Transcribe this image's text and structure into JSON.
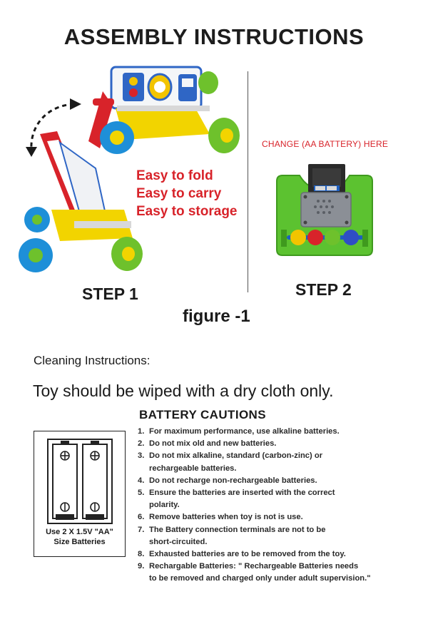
{
  "title": "ASSEMBLY INSTRUCTIONS",
  "slogans": [
    "Easy to fold",
    "Easy to carry",
    "Easy to storage"
  ],
  "steps": {
    "step1": "STEP 1",
    "step2": "STEP 2"
  },
  "battery_change_label": "CHANGE (AA BATTERY) HERE",
  "figure_caption": "figure -1",
  "cleaning": {
    "title": "Cleaning Instructions:",
    "body": "Toy should be wiped with a dry cloth only."
  },
  "cautions": {
    "title": "BATTERY CAUTIONS",
    "box_caption_line1": "Use 2 X 1.5V \"AA\"",
    "box_caption_line2": "Size Batteries",
    "items": [
      {
        "num": "1.",
        "lines": [
          "For maximum performance, use alkaline batteries."
        ]
      },
      {
        "num": "2.",
        "lines": [
          "Do not mix old and new batteries."
        ]
      },
      {
        "num": "3.",
        "lines": [
          "Do not mix alkaline, standard (carbon-zinc) or",
          "rechargeable batteries."
        ]
      },
      {
        "num": "4.",
        "lines": [
          "Do not recharge non-rechargeable batteries."
        ]
      },
      {
        "num": "5.",
        "lines": [
          "Ensure the batteries are inserted with the correct",
          "polarity."
        ]
      },
      {
        "num": "6.",
        "lines": [
          "Remove batteries when toy is not is use."
        ]
      },
      {
        "num": "7.",
        "lines": [
          "The  Battery connection terminals are not to be",
          "short-circuited."
        ]
      },
      {
        "num": "8.",
        "lines": [
          "Exhausted batteries are to be removed from the toy."
        ]
      },
      {
        "num": "9.",
        "lines": [
          "Rechargable Batteries:  \" Rechargeable Batteries needs",
          "to be removed and charged only under adult supervision.\""
        ]
      }
    ]
  },
  "colors": {
    "accent_red": "#d8232a",
    "text": "#1a1a1a"
  }
}
